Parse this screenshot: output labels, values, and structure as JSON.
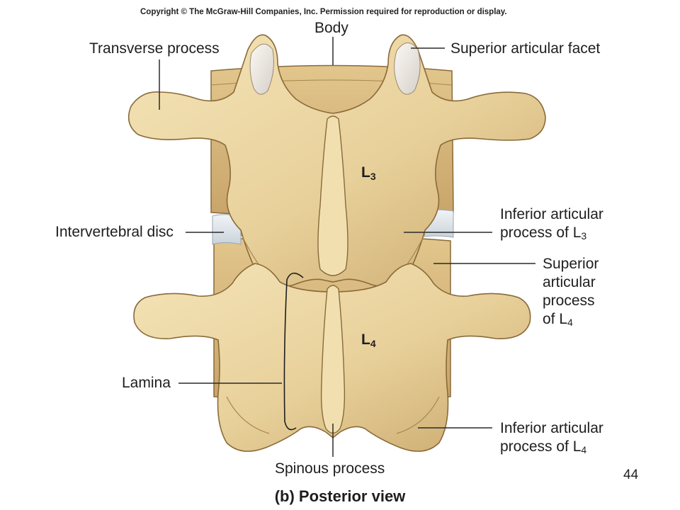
{
  "copyright": "Copyright © The McGraw-Hill Companies, Inc. Permission required for reproduction or display.",
  "labels": {
    "body": "Body",
    "transverse_process": "Transverse process",
    "superior_articular_facet": "Superior articular facet",
    "intervertebral_disc": "Intervertebral disc",
    "inferior_articular_l3_line1": "Inferior articular",
    "inferior_articular_l3_line2": "process of L",
    "inferior_articular_l3_sub": "3",
    "superior_articular_l4_line1": "Superior",
    "superior_articular_l4_line2": "articular",
    "superior_articular_l4_line3": "process",
    "superior_articular_l4_line4": "of L",
    "superior_articular_l4_sub": "4",
    "lamina": "Lamina",
    "inferior_articular_l4_line1": "Inferior articular",
    "inferior_articular_l4_line2": "process of L",
    "inferior_articular_l4_sub": "4",
    "spinous_process": "Spinous process"
  },
  "levels": {
    "l3_letter": "L",
    "l3_sub": "3",
    "l4_letter": "L",
    "l4_sub": "4"
  },
  "caption": "(b) Posterior view",
  "page_number": "44",
  "colors": {
    "bone": "#ecd8a6",
    "bone_shadow": "#c9a86c",
    "bone_outline": "#8a6a3a",
    "facet": "#e6e2dc",
    "disc": "#dde4ea",
    "leader": "#2a2a2a"
  }
}
